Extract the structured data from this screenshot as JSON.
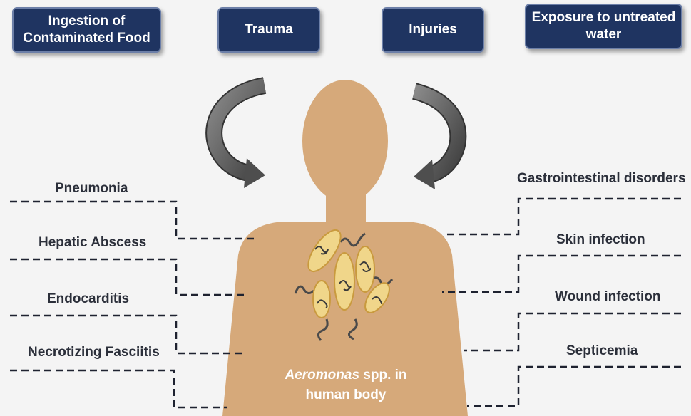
{
  "routes": [
    {
      "label": "Ingestion of Contaminated Food"
    },
    {
      "label": "Trauma"
    },
    {
      "label": "Injuries"
    },
    {
      "label": "Exposure to untreated water"
    }
  ],
  "left_conditions": [
    {
      "label": "Pneumonia"
    },
    {
      "label": "Hepatic Abscess"
    },
    {
      "label": "Endocarditis"
    },
    {
      "label": "Necrotizing Fasciitis"
    }
  ],
  "right_conditions": [
    {
      "label": "Gastrointestinal disorders"
    },
    {
      "label": "Skin infection"
    },
    {
      "label": "Wound infection"
    },
    {
      "label": "Septicemia"
    }
  ],
  "center": {
    "genus": "Aeromonas",
    "rest": " spp. in",
    "line2": "human body"
  },
  "colors": {
    "box_fill": "#1f3461",
    "body": "#d6a97a",
    "bacteria": "#f0d68a",
    "connector": "#1e2230",
    "arrow": "#4e4e4e"
  }
}
